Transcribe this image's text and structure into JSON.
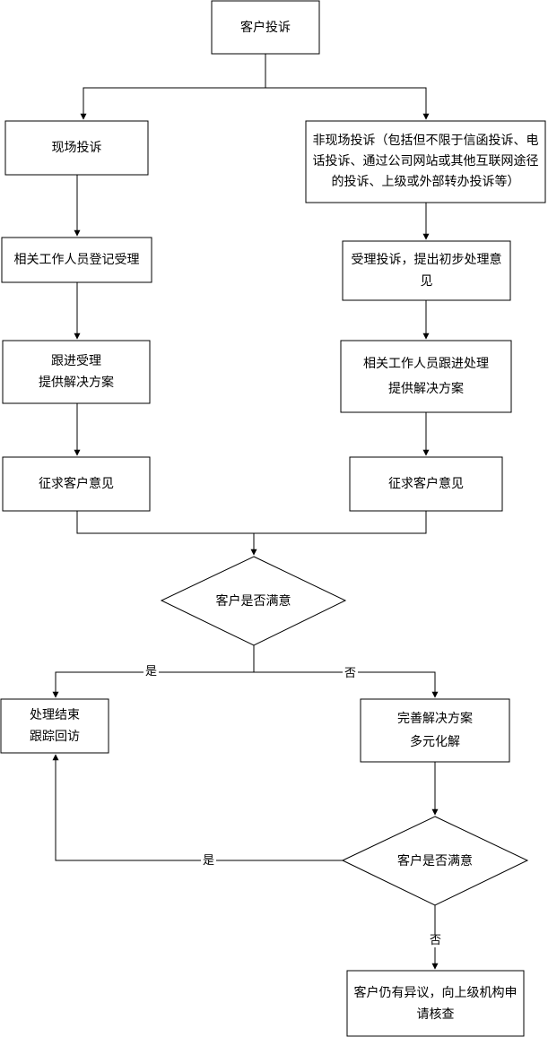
{
  "nodes": {
    "start": "客户投诉",
    "onsite": "现场投诉",
    "offsite": "非现场投诉（包括但不限于信函投诉、电话投诉、通过公司网站或其他互联网途径的投诉、上级或外部转办投诉等）",
    "register": "相关工作人员登记受理",
    "accept": "受理投诉，提出初步处理意见",
    "follow_left": "跟进受理\n提供解决方案",
    "follow_right": "相关工作人员跟进处理\n提供解决方案",
    "opinion_left": "征求客户意见",
    "opinion_right": "征求客户意见",
    "satisfied_1": "客户是否满意",
    "close": "处理结束\n跟踪回访",
    "improve": "完善解决方案\n多元化解",
    "satisfied_2": "客户是否满意",
    "escalate": "客户仍有异议，向上级机构申请核查"
  },
  "edge_labels": {
    "yes_1": "是",
    "no_1": "否",
    "yes_2": "是",
    "no_2": "否"
  }
}
